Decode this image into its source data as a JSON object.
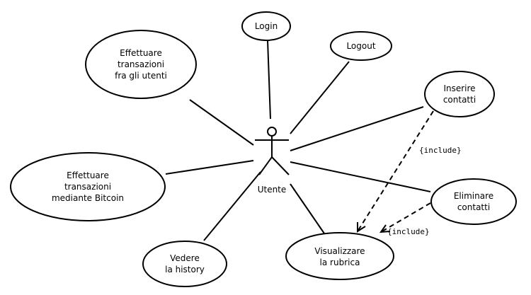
{
  "actor": {
    "name": "Utente"
  },
  "use_cases": {
    "login": [
      "Login"
    ],
    "logout": [
      "Logout"
    ],
    "transazioni_utenti": [
      "Effettuare",
      "transazioni",
      "fra gli utenti"
    ],
    "inserire": [
      "Inserire",
      "contatti"
    ],
    "transazioni_bitcoin": [
      "Effettuare",
      "transazioni",
      "mediante Bitcoin"
    ],
    "eliminare": [
      "Eliminare",
      "contatti"
    ],
    "history": [
      "Vedere",
      "la history"
    ],
    "rubrica": [
      "Visualizzare",
      "la rubrica"
    ]
  },
  "relations": {
    "include_inserire": "{include}",
    "include_eliminare": "{include}"
  }
}
